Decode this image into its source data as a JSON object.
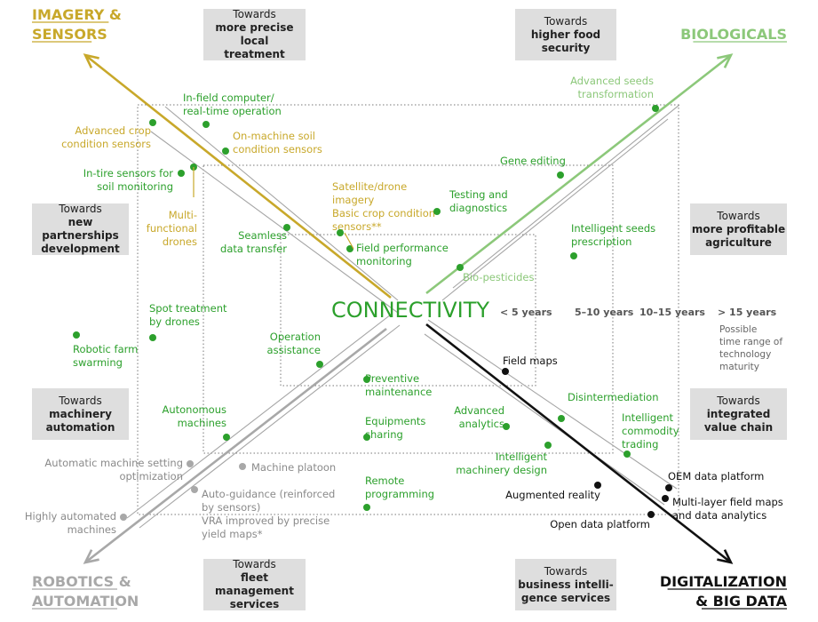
{
  "colors": {
    "imagery": "#c8a82a",
    "biological": "#8cc87a",
    "robotics": "#a8a8a8",
    "digital": "#111111",
    "green_dot": "#2ca02c",
    "text_green": "#2ca02c",
    "text_gold": "#c8a82a",
    "text_gray": "#8a8a8a",
    "text_black": "#111111",
    "box_fill": "#dedede",
    "connectivity": "#2ca02c"
  },
  "corners": {
    "imagery": [
      "IMAGERY &",
      "SENSORS"
    ],
    "biological": [
      "BIOLOGICALS"
    ],
    "robotics": [
      "ROBOTICS &",
      "AUTOMATION"
    ],
    "digital": [
      "DIGITALIZATION",
      "& BIG DATA"
    ]
  },
  "towards": {
    "local_treatment": {
      "line1": "Towards",
      "line2": "more precise local",
      "line3": "treatment"
    },
    "food_security": {
      "line1": "Towards",
      "line2": "higher food",
      "line3": "security"
    },
    "partnerships": {
      "line1": "Towards",
      "line2": "new partnerships",
      "line3": "development"
    },
    "profitable": {
      "line1": "Towards",
      "line2": "more profitable",
      "line3": "agriculture"
    },
    "machinery": {
      "line1": "Towards",
      "line2": "machinery",
      "line3": "automation"
    },
    "value_chain": {
      "line1": "Towards",
      "line2": "integrated",
      "line3": "value chain"
    },
    "fleet": {
      "line1": "Towards",
      "line2": "fleet management",
      "line3": "services"
    },
    "business": {
      "line1": "Towards",
      "line2": "business intelli-",
      "line3": "gence services"
    }
  },
  "center": {
    "label": "CONNECTIVITY"
  },
  "time_ranges": {
    "lt5": "< 5 years",
    "r5_10": "5–10 years",
    "r10_15": "10–15 years",
    "gt15": "> 15 years",
    "note": [
      "Possible",
      "time range of",
      "technology",
      "maturity"
    ]
  },
  "items": [
    {
      "id": "infield",
      "lines": [
        "In-field computer/",
        "real-time operation"
      ],
      "color": "text_green"
    },
    {
      "id": "adv_crop",
      "lines": [
        "Advanced crop",
        "condition sensors"
      ],
      "color": "text_gold"
    },
    {
      "id": "onmachine",
      "lines": [
        "On-machine soil",
        "condition sensors"
      ],
      "color": "text_gold"
    },
    {
      "id": "intire",
      "lines": [
        "In-tire sensors for",
        "soil monitoring"
      ],
      "color": "text_green"
    },
    {
      "id": "multi",
      "lines": [
        "Multi-",
        "functional",
        "drones"
      ],
      "color": "text_gold"
    },
    {
      "id": "satellite",
      "lines": [
        "Satellite/drone",
        "imagery",
        "Basic crop condition",
        "sensors**"
      ],
      "color": "text_gold"
    },
    {
      "id": "seamless",
      "lines": [
        "Seamless",
        "data transfer"
      ],
      "color": "text_green"
    },
    {
      "id": "fieldperf",
      "lines": [
        "Field performance",
        "monitoring"
      ],
      "color": "text_green"
    },
    {
      "id": "adv_seeds",
      "lines": [
        "Advanced seeds",
        "transformation"
      ],
      "color": "text_biological"
    },
    {
      "id": "gene",
      "lines": [
        "Gene editing"
      ],
      "color": "text_green"
    },
    {
      "id": "testing",
      "lines": [
        "Testing and",
        "diagnostics"
      ],
      "color": "text_green"
    },
    {
      "id": "intel_seeds",
      "lines": [
        "Intelligent seeds",
        "prescription"
      ],
      "color": "text_green"
    },
    {
      "id": "biopest",
      "lines": [
        "Bio-pesticides"
      ],
      "color": "text_biological"
    },
    {
      "id": "spot",
      "lines": [
        "Spot treatment",
        "by drones"
      ],
      "color": "text_green"
    },
    {
      "id": "robotic",
      "lines": [
        "Robotic farm",
        "swarming"
      ],
      "color": "text_green"
    },
    {
      "id": "opassist",
      "lines": [
        "Operation",
        "assistance"
      ],
      "color": "text_green"
    },
    {
      "id": "preventive",
      "lines": [
        "Preventive",
        "maintenance"
      ],
      "color": "text_green"
    },
    {
      "id": "equip",
      "lines": [
        "Equipments",
        "sharing"
      ],
      "color": "text_green"
    },
    {
      "id": "autonomous",
      "lines": [
        "Autonomous",
        "machines"
      ],
      "color": "text_green"
    },
    {
      "id": "remote",
      "lines": [
        "Remote",
        "programming"
      ],
      "color": "text_green"
    },
    {
      "id": "fieldmaps",
      "lines": [
        "Field maps"
      ],
      "color": "text_black"
    },
    {
      "id": "disinter",
      "lines": [
        "Disintermediation"
      ],
      "color": "text_green"
    },
    {
      "id": "advanalytics",
      "lines": [
        "Advanced",
        "analytics"
      ],
      "color": "text_green"
    },
    {
      "id": "intelcomm",
      "lines": [
        "Intelligent",
        "commodity",
        "trading"
      ],
      "color": "text_green"
    },
    {
      "id": "intelmach",
      "lines": [
        "Intelligent",
        "machinery design"
      ],
      "color": "text_green"
    },
    {
      "id": "augmented",
      "lines": [
        "Augmented reality"
      ],
      "color": "text_black"
    },
    {
      "id": "oem",
      "lines": [
        "OEM data platform"
      ],
      "color": "text_black"
    },
    {
      "id": "multilayer",
      "lines": [
        "Multi-layer field maps",
        "and data analytics"
      ],
      "color": "text_black"
    },
    {
      "id": "opendata",
      "lines": [
        "Open data platform"
      ],
      "color": "text_black"
    },
    {
      "id": "autosetting",
      "lines": [
        "Automatic machine setting",
        "optimization"
      ],
      "color": "text_gray"
    },
    {
      "id": "platoon",
      "lines": [
        "Machine platoon"
      ],
      "color": "text_gray"
    },
    {
      "id": "autoguid",
      "lines": [
        "Auto-guidance (reinforced",
        "by sensors)",
        "VRA improved by precise",
        "yield maps*"
      ],
      "color": "text_gray"
    },
    {
      "id": "highauto",
      "lines": [
        "Highly automated",
        "machines"
      ],
      "color": "text_gray"
    }
  ]
}
